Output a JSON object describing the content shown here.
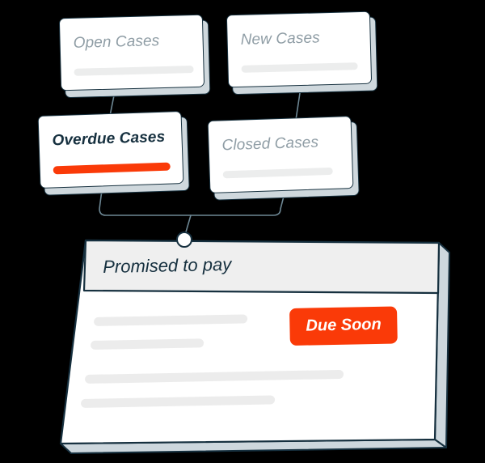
{
  "diagram": {
    "title_semantic": "case-flow-diagram",
    "colors": {
      "accent": "#fa3a08",
      "outline": "#16303f",
      "card_face": "#ffffff",
      "card_depth": "#cfd8dd",
      "muted_text": "#8f9da5",
      "strong_text": "#16303f",
      "placeholder_bar": "#ececec",
      "panel_header_bg": "#efefef",
      "background": "#000000",
      "connector_line": "#6d8794"
    }
  },
  "cards": [
    {
      "id": "open",
      "label": "Open Cases",
      "state": "muted",
      "bar": "grey"
    },
    {
      "id": "new",
      "label": "New Cases",
      "state": "muted",
      "bar": "grey"
    },
    {
      "id": "overdue",
      "label": "Overdue Cases",
      "state": "active",
      "bar": "accent"
    },
    {
      "id": "closed",
      "label": "Closed Cases",
      "state": "muted",
      "bar": "grey"
    }
  ],
  "panel": {
    "title": "Promised to pay",
    "badge": {
      "label": "Due Soon",
      "color": "#fa3a08"
    },
    "placeholder_rows": 4
  }
}
